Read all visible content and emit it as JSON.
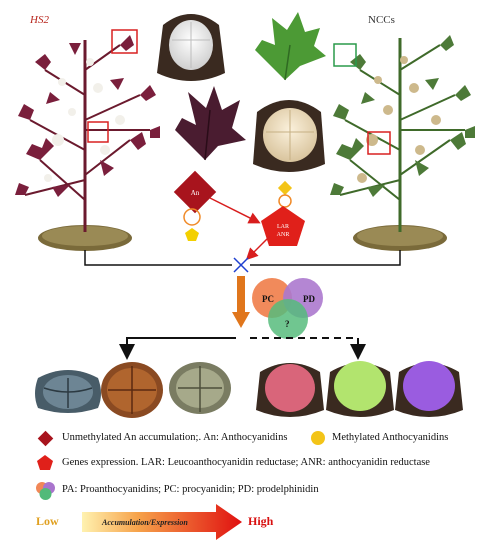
{
  "labels": {
    "hs2": "HS2",
    "nccs": "NCCs",
    "an_node": "An",
    "lar_anr_node_line1": "LAR",
    "lar_anr_node_line2": "ANR",
    "venn_pc": "PC",
    "venn_pd": "PD",
    "venn_unknown": "?"
  },
  "legend": {
    "unmethylated": "Unmethylated  An accumulation;. An: Anthocyanidins",
    "methylated": "Methylated  Anthocyanidins",
    "genes": "Genes expression. LAR: Leucoanthocyanidin reductase; ANR: anthocyanidin reductase",
    "pa": "PA: Proanthocyanidins; PC: procyanidin; PD: prodelphinidin"
  },
  "scale": {
    "low": "Low",
    "middle": "Accumulation/Expression",
    "high": "High"
  },
  "colors": {
    "hs2_text": "#b8261d",
    "nccs_text": "#333333",
    "an_diamond": "#a8141d",
    "gene_pentagon": "#e0201a",
    "methyl": "#f3c418",
    "orange_circle": "#f08a28",
    "venn_pc": "#f07b45",
    "venn_pd": "#a066c8",
    "venn_q": "#3fb36b",
    "arrow_orange": "#e0761c",
    "scale_start": "#ffe08a",
    "scale_end": "#e01010"
  },
  "icons": [
    "diamond-icon",
    "pentagon-icon",
    "circle-icon",
    "x-mark-icon",
    "venn-icon"
  ]
}
